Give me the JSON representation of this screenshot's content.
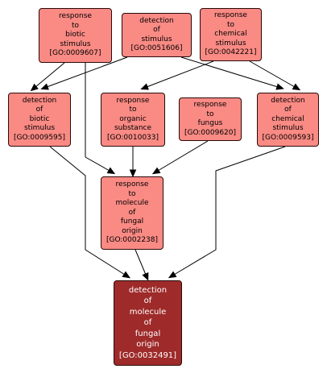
{
  "nodes": {
    "n_0009607": {
      "lines": [
        "response",
        "to",
        "biotic",
        "stimulus",
        "[GO:0009607]"
      ]
    },
    "n_0051606": {
      "lines": [
        "detection",
        "of",
        "stimulus",
        "[GO:0051606]"
      ]
    },
    "n_0042221": {
      "lines": [
        "response",
        "to",
        "chemical",
        "stimulus",
        "[GO:0042221]"
      ]
    },
    "n_0009595": {
      "lines": [
        "detection",
        "of",
        "biotic",
        "stimulus",
        "[GO:0009595]"
      ]
    },
    "n_0010033": {
      "lines": [
        "response",
        "to",
        "organic",
        "substance",
        "[GO:0010033]"
      ]
    },
    "n_0009620": {
      "lines": [
        "response",
        "to",
        "fungus",
        "[GO:0009620]"
      ]
    },
    "n_0009593": {
      "lines": [
        "detection",
        "of",
        "chemical",
        "stimulus",
        "[GO:0009593]"
      ]
    },
    "n_0002238": {
      "lines": [
        "response",
        "to",
        "molecule",
        "of",
        "fungal",
        "origin",
        "[GO:0002238]"
      ]
    },
    "n_0032491": {
      "lines": [
        "detection",
        "of",
        "molecule",
        "of",
        "fungal",
        "origin",
        "[GO:0032491]"
      ]
    }
  },
  "edges": [
    {
      "from": "n_0009607",
      "to": "n_0009595"
    },
    {
      "from": "n_0009607",
      "to": "n_0002238"
    },
    {
      "from": "n_0051606",
      "to": "n_0009595"
    },
    {
      "from": "n_0051606",
      "to": "n_0009593"
    },
    {
      "from": "n_0042221",
      "to": "n_0010033"
    },
    {
      "from": "n_0042221",
      "to": "n_0009593"
    },
    {
      "from": "n_0010033",
      "to": "n_0002238"
    },
    {
      "from": "n_0009620",
      "to": "n_0002238"
    },
    {
      "from": "n_0009595",
      "to": "n_0032491"
    },
    {
      "from": "n_0009593",
      "to": "n_0032491"
    },
    {
      "from": "n_0002238",
      "to": "n_0032491"
    }
  ],
  "colors": {
    "node_fill": "#fa8a84",
    "focus_fill": "#9e2a2a",
    "focus_text": "#ffffff",
    "edge": "#000000"
  }
}
